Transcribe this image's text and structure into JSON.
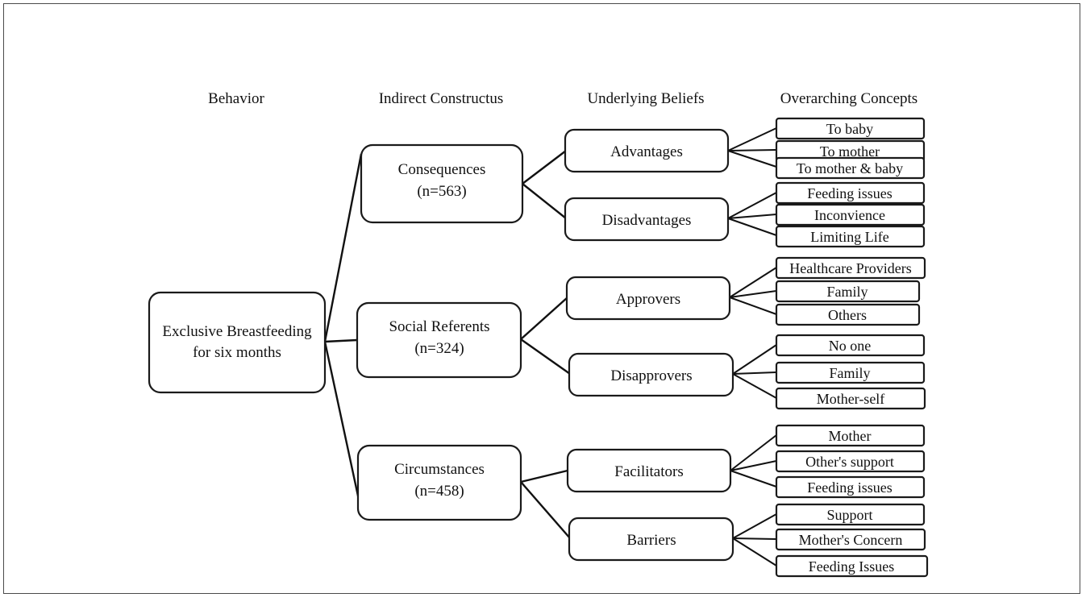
{
  "figure": {
    "type": "tree-diagram",
    "title": "Exclusive Breastfeeding belief elicitation framework"
  },
  "columns": [
    {
      "id": "behavior",
      "label": "Behavior"
    },
    {
      "id": "indirect-constructus",
      "label": "Indirect Constructus"
    },
    {
      "id": "underlying-beliefs",
      "label": "Underlying Beliefs"
    },
    {
      "id": "overarching-concepts",
      "label": "Overarching Concepts"
    }
  ],
  "root": {
    "line1": "Exclusive Breastfeeding",
    "line2": "for six months"
  },
  "constructs": [
    {
      "id": "consequences",
      "line1": "Consequences",
      "line2": "(n=563)"
    },
    {
      "id": "social-referents",
      "line1": "Social Referents",
      "line2": "(n=324)"
    },
    {
      "id": "circumstances",
      "line1": "Circumstances",
      "line2": "(n=458)"
    }
  ],
  "beliefs": [
    {
      "id": "advantages",
      "label": "Advantages"
    },
    {
      "id": "disadvantages",
      "label": "Disadvantages"
    },
    {
      "id": "approvers",
      "label": "Approvers"
    },
    {
      "id": "disapprovers",
      "label": "Disapprovers"
    },
    {
      "id": "facilitators",
      "label": "Facilitators"
    },
    {
      "id": "barriers",
      "label": "Barriers"
    }
  ],
  "concepts": [
    {
      "id": "to-baby",
      "label": "To baby"
    },
    {
      "id": "to-mother",
      "label": "To mother"
    },
    {
      "id": "to-mother-and-baby",
      "label": "To mother & baby"
    },
    {
      "id": "feeding-issues-1",
      "label": "Feeding issues"
    },
    {
      "id": "inconvience",
      "label": "Inconvience"
    },
    {
      "id": "limiting-life",
      "label": "Limiting Life"
    },
    {
      "id": "healthcare-providers",
      "label": "Healthcare Providers"
    },
    {
      "id": "family-1",
      "label": "Family"
    },
    {
      "id": "others",
      "label": "Others"
    },
    {
      "id": "no-one",
      "label": "No one"
    },
    {
      "id": "family-2",
      "label": "Family"
    },
    {
      "id": "mother-self",
      "label": "Mother-self"
    },
    {
      "id": "mother",
      "label": "Mother"
    },
    {
      "id": "others-support",
      "label": "Other's support"
    },
    {
      "id": "feeding-issues-2",
      "label": "Feeding issues"
    },
    {
      "id": "support",
      "label": "Support"
    },
    {
      "id": "mothers-concern",
      "label": "Mother's Concern"
    },
    {
      "id": "feeding-issues-3",
      "label": "Feeding Issues"
    }
  ],
  "colors": {
    "background": "#ffffff",
    "stroke": "#1a1a1a",
    "text": "#111111",
    "frame": "#4a4a4a"
  }
}
